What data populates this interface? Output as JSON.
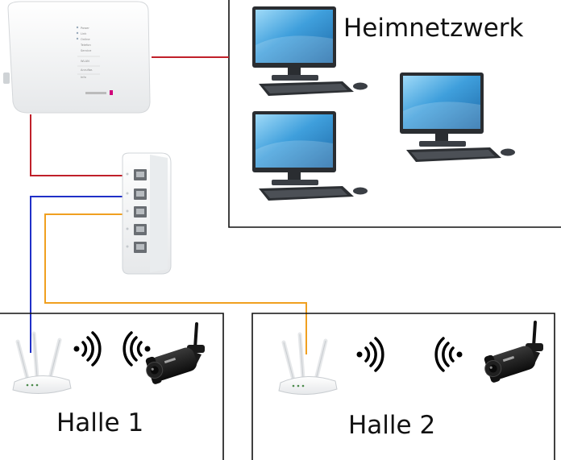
{
  "labels": {
    "home_network": "Heimnetzwerk",
    "hall_1": "Halle 1",
    "hall_2": "Halle 2"
  },
  "router": {
    "menu_items": [
      "Power",
      "Link",
      "Online",
      "Telefon",
      "Service",
      "WLAN",
      "Anrufbe.",
      "Info"
    ]
  },
  "colors": {
    "uplink_cable": "#c0202a",
    "hall_1_cable": "#2030c8",
    "hall_2_cable": "#f0a020",
    "border": "#111111",
    "monitor_screen": "#4aa8e0",
    "monitor_bezel": "#2a2d31",
    "camera_body": "#1a1a1a",
    "device_white": "#f4f5f6"
  },
  "icons": {
    "router": "speedport-router-icon",
    "switch": "network-switch-icon",
    "computer": "desktop-computer-icon",
    "access_point": "wifi-access-point-icon",
    "camera": "ip-camera-icon",
    "signal": "wifi-signal-icon"
  }
}
